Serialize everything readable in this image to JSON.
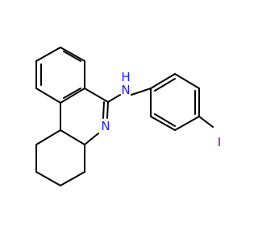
{
  "molecule": {
    "colors": {
      "bond": "#000000",
      "nitrogen": "#2121ff",
      "iodine": "#940094",
      "background": "#ffffff"
    },
    "atoms": {
      "amine_n": {
        "element": "N",
        "label": "N",
        "hydrogen_label": "H"
      },
      "imine_n": {
        "element": "N",
        "label": "N"
      },
      "iodine": {
        "element": "I",
        "label": "I"
      }
    }
  }
}
